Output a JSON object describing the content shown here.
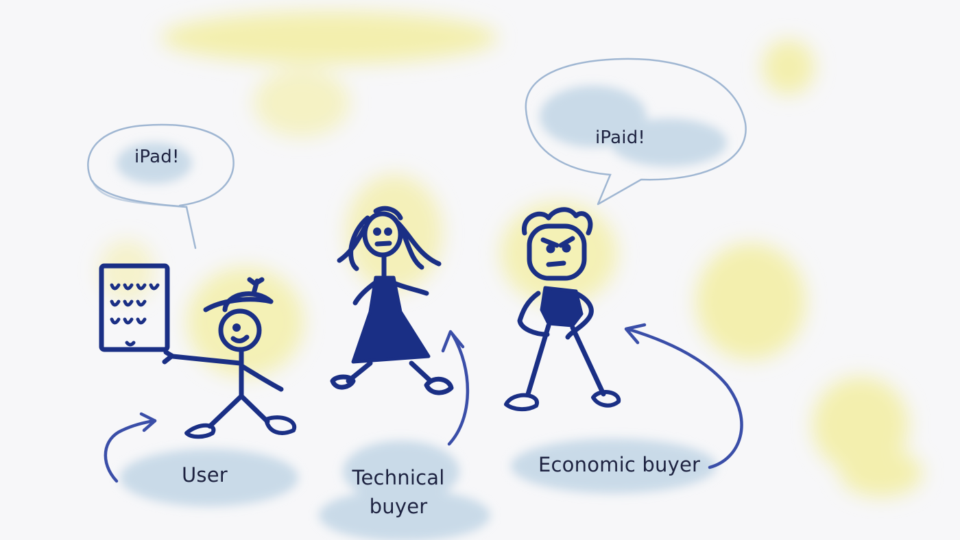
{
  "speech_bubbles": {
    "user": "iPad!",
    "economic_buyer": "iPaid!"
  },
  "labels": {
    "user": "User",
    "technical_buyer": "Technical buyer",
    "economic_buyer": "Economic buyer"
  },
  "colors": {
    "ink": "#1a2f85",
    "arrow": "#3a4ea8",
    "bubble_outline": "#9fb6d2",
    "blue_wash": "#c9dae8",
    "yellow_wash": "#f3efae",
    "background": "#f7f7f9"
  }
}
